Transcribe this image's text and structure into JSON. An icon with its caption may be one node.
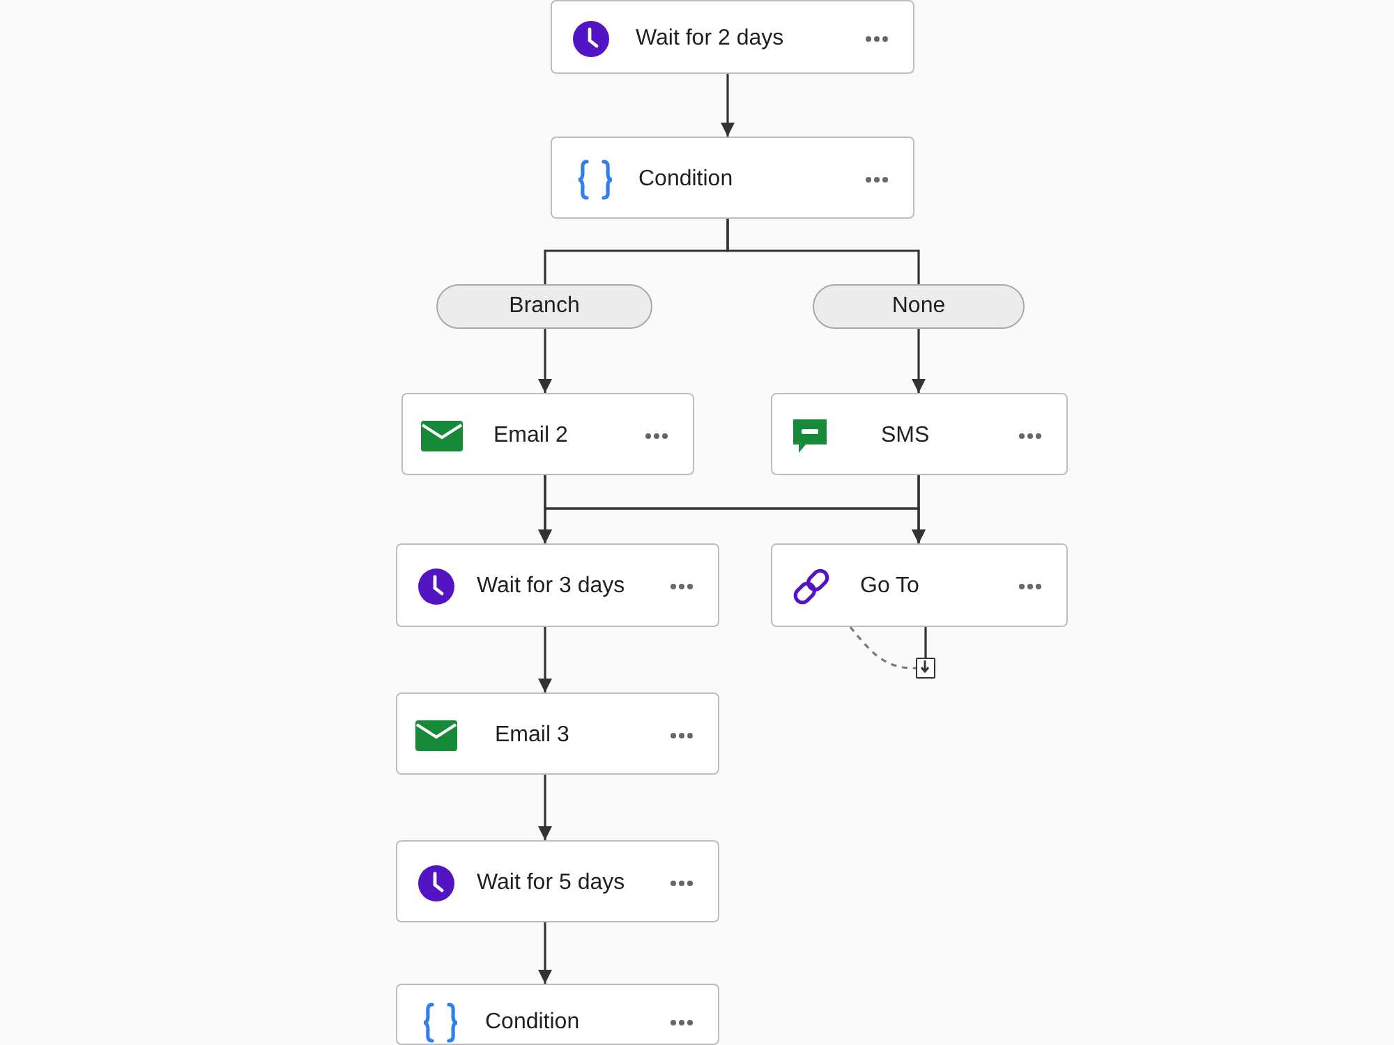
{
  "diagram": {
    "nodes": [
      {
        "text": [
          "Wait for 2 days"
        ]
      },
      {
        "text": [
          "Condition"
        ]
      },
      {
        "text": [
          "Branch"
        ]
      },
      {
        "text": [
          "None"
        ]
      },
      {
        "text": [
          "Email 2"
        ]
      },
      {
        "text": [
          "SMS"
        ]
      },
      {
        "text": [
          "Wait for 3 days"
        ]
      },
      {
        "text": [
          "Go To"
        ]
      },
      {
        "text": [],
        "shape": "box"
      },
      {
        "text": [
          "Email 3"
        ]
      },
      {
        "text": [
          "Wait for 5 days"
        ]
      },
      {
        "text": [
          "Condition"
        ]
      }
    ],
    "edges": [
      {
        "from": 0,
        "to": 1,
        "arrow": "to"
      },
      {
        "from": 1,
        "to": 2,
        "arrow": "none"
      },
      {
        "from": 1,
        "to": 3,
        "arrow": "none"
      },
      {
        "from": 2,
        "to": 4,
        "arrow": "to"
      },
      {
        "from": 3,
        "to": 5,
        "arrow": "to"
      },
      {
        "from": 4,
        "to": 6,
        "arrow": "to"
      },
      {
        "from": 4,
        "to": 7,
        "arrow": "to"
      },
      {
        "from": 5,
        "to": 6,
        "arrow": "to"
      },
      {
        "from": 5,
        "to": 7,
        "arrow": "to"
      },
      {
        "from": 7,
        "to": 8,
        "arrow": "none"
      },
      {
        "from": 7,
        "to": 8,
        "arrow": "none",
        "style": "dashed"
      },
      {
        "from": 6,
        "to": 9,
        "arrow": "to"
      },
      {
        "from": 9,
        "to": 10,
        "arrow": "to"
      },
      {
        "from": 10,
        "to": 11,
        "arrow": "to"
      }
    ]
  }
}
